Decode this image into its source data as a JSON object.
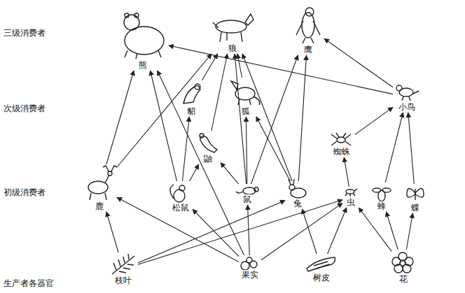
{
  "diagram": {
    "nodes": [
      {
        "text": [
          "熊"
        ]
      },
      {
        "text": [
          "狼"
        ]
      },
      {
        "text": [
          "鹰"
        ]
      },
      {
        "text": [
          "貂"
        ]
      },
      {
        "text": [
          "狐"
        ]
      },
      {
        "text": [
          "小鸟"
        ]
      },
      {
        "text": [
          "鼬"
        ]
      },
      {
        "text": [
          "蜘蛛"
        ]
      },
      {
        "text": [
          "鹿"
        ]
      },
      {
        "text": [
          "松鼠"
        ]
      },
      {
        "text": [
          "鼠"
        ]
      },
      {
        "text": [
          "兔"
        ]
      },
      {
        "text": [
          "虫"
        ]
      },
      {
        "text": [
          "蜂"
        ]
      },
      {
        "text": [
          "蝶"
        ]
      },
      {
        "text": [
          "枝叶"
        ]
      },
      {
        "text": [
          "果实"
        ]
      },
      {
        "text": [
          "树皮"
        ]
      },
      {
        "text": [
          "花"
        ]
      }
    ],
    "edges": [
      {
        "from": 15,
        "to": 8,
        "arrow": "to"
      },
      {
        "from": 15,
        "to": 11,
        "arrow": "to"
      },
      {
        "from": 15,
        "to": 12,
        "arrow": "to"
      },
      {
        "from": 16,
        "to": 8,
        "arrow": "to"
      },
      {
        "from": 16,
        "to": 0,
        "arrow": "to"
      },
      {
        "from": 16,
        "to": 9,
        "arrow": "to"
      },
      {
        "from": 16,
        "to": 10,
        "arrow": "to"
      },
      {
        "from": 16,
        "to": 12,
        "arrow": "to"
      },
      {
        "from": 17,
        "to": 11,
        "arrow": "to"
      },
      {
        "from": 17,
        "to": 12,
        "arrow": "to"
      },
      {
        "from": 18,
        "to": 12,
        "arrow": "to"
      },
      {
        "from": 18,
        "to": 13,
        "arrow": "to"
      },
      {
        "from": 18,
        "to": 14,
        "arrow": "to"
      },
      {
        "from": 8,
        "to": 0,
        "arrow": "to"
      },
      {
        "from": 8,
        "to": 1,
        "arrow": "to"
      },
      {
        "from": 9,
        "to": 3,
        "arrow": "to"
      },
      {
        "from": 9,
        "to": 6,
        "arrow": "to"
      },
      {
        "from": 9,
        "to": 0,
        "arrow": "to"
      },
      {
        "from": 10,
        "to": 6,
        "arrow": "to"
      },
      {
        "from": 10,
        "to": 4,
        "arrow": "to"
      },
      {
        "from": 10,
        "to": 1,
        "arrow": "to"
      },
      {
        "from": 10,
        "to": 2,
        "arrow": "to"
      },
      {
        "from": 11,
        "to": 4,
        "arrow": "to"
      },
      {
        "from": 11,
        "to": 1,
        "arrow": "to"
      },
      {
        "from": 11,
        "to": 2,
        "arrow": "to"
      },
      {
        "from": 12,
        "to": 7,
        "arrow": "to"
      },
      {
        "from": 13,
        "to": 5,
        "arrow": "to"
      },
      {
        "from": 14,
        "to": 5,
        "arrow": "to"
      },
      {
        "from": 7,
        "to": 5,
        "arrow": "to"
      },
      {
        "from": 5,
        "to": 2,
        "arrow": "to"
      },
      {
        "from": 5,
        "to": 0,
        "arrow": "to"
      },
      {
        "from": 3,
        "to": 1,
        "arrow": "to"
      },
      {
        "from": 4,
        "to": 1,
        "arrow": "to"
      },
      {
        "from": 6,
        "to": 1,
        "arrow": "to"
      }
    ],
    "labels": [
      "三级消费者",
      "次级消费者",
      "初级消费者",
      "生产者各器官"
    ]
  }
}
